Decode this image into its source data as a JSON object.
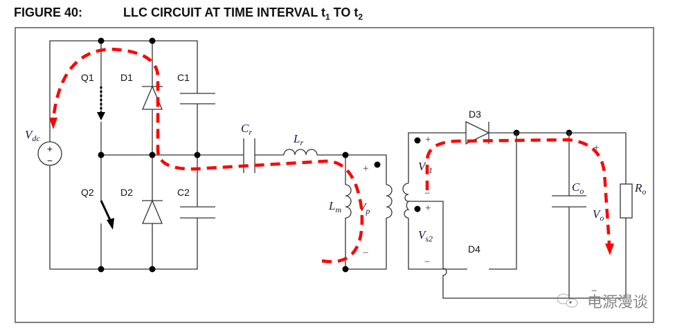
{
  "figure": {
    "number_label": "FIGURE 40:",
    "title_main": "LLC CIRCUIT AT TIME INTERVAL t",
    "title_sub1": "1",
    "title_mid": " TO t",
    "title_sub2": "2"
  },
  "components": {
    "vdc": {
      "main": "V",
      "sub": "dc"
    },
    "q1": "Q1",
    "q2": "Q2",
    "d1": "D1",
    "d2": "D2",
    "d3": "D3",
    "d4": "D4",
    "c1": "C1",
    "c2": "C2",
    "cr": {
      "main": "C",
      "sub": "r"
    },
    "lr": {
      "main": "L",
      "sub": "r"
    },
    "lm": {
      "main": "L",
      "sub": "m"
    },
    "vp": {
      "main": "V",
      "sub": "p"
    },
    "vs1": {
      "main": "V",
      "sub": "s1"
    },
    "vs2": {
      "main": "V",
      "sub": "s2"
    },
    "co": {
      "main": "C",
      "sub": "o"
    },
    "ro": {
      "main": "R",
      "sub": "o"
    },
    "vo": {
      "main": "V",
      "sub": "o"
    }
  },
  "signs": {
    "plus": "+",
    "minus": "−"
  },
  "current_path_color": "#ff0000",
  "watermark": "电源漫谈"
}
